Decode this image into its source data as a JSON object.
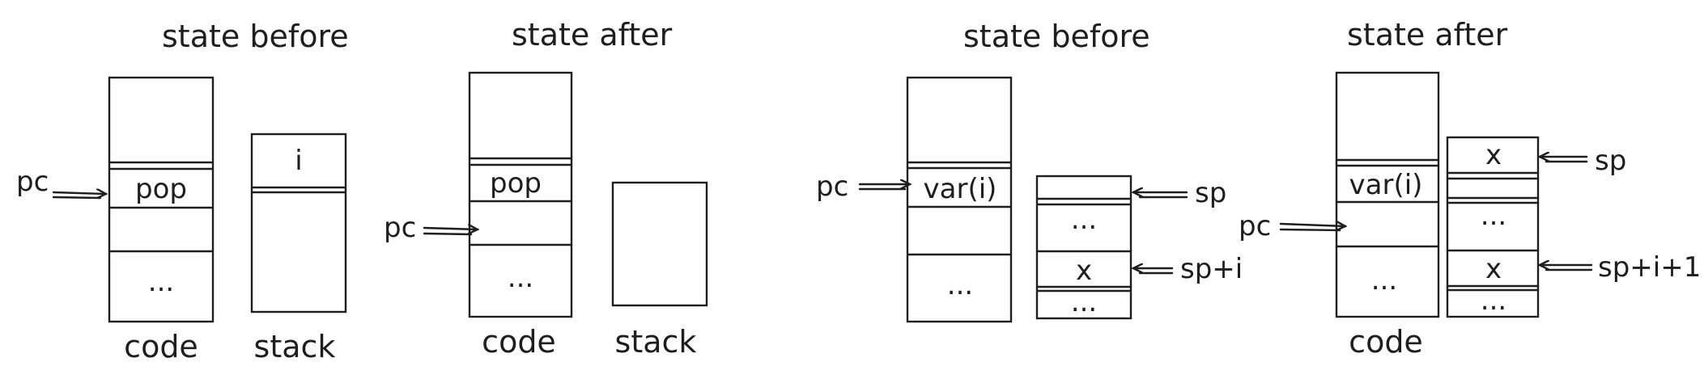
{
  "panels": {
    "pop_before": {
      "title": "state before",
      "code_label": "code",
      "stack_label": "stack",
      "code_cells": [
        "pop",
        "..."
      ],
      "stack_cells": [
        "i"
      ],
      "pointer": "pc"
    },
    "pop_after": {
      "title": "state after",
      "code_label": "code",
      "stack_label": "stack",
      "code_cells": [
        "pop",
        "..."
      ],
      "pointer": "pc"
    },
    "var_before": {
      "title": "state before",
      "code_cells": [
        "var(i)",
        "..."
      ],
      "stack_cells": [
        "...",
        "x",
        "..."
      ],
      "pointer": "pc",
      "sp_label": "sp",
      "spi_label": "sp+i"
    },
    "var_after": {
      "title": "state after",
      "code_label": "code",
      "code_cells": [
        "var(i)",
        "..."
      ],
      "stack_cells": [
        "x",
        "...",
        "x",
        "..."
      ],
      "pointer": "pc",
      "sp_label": "sp",
      "spi_label": "sp+i+1"
    }
  }
}
